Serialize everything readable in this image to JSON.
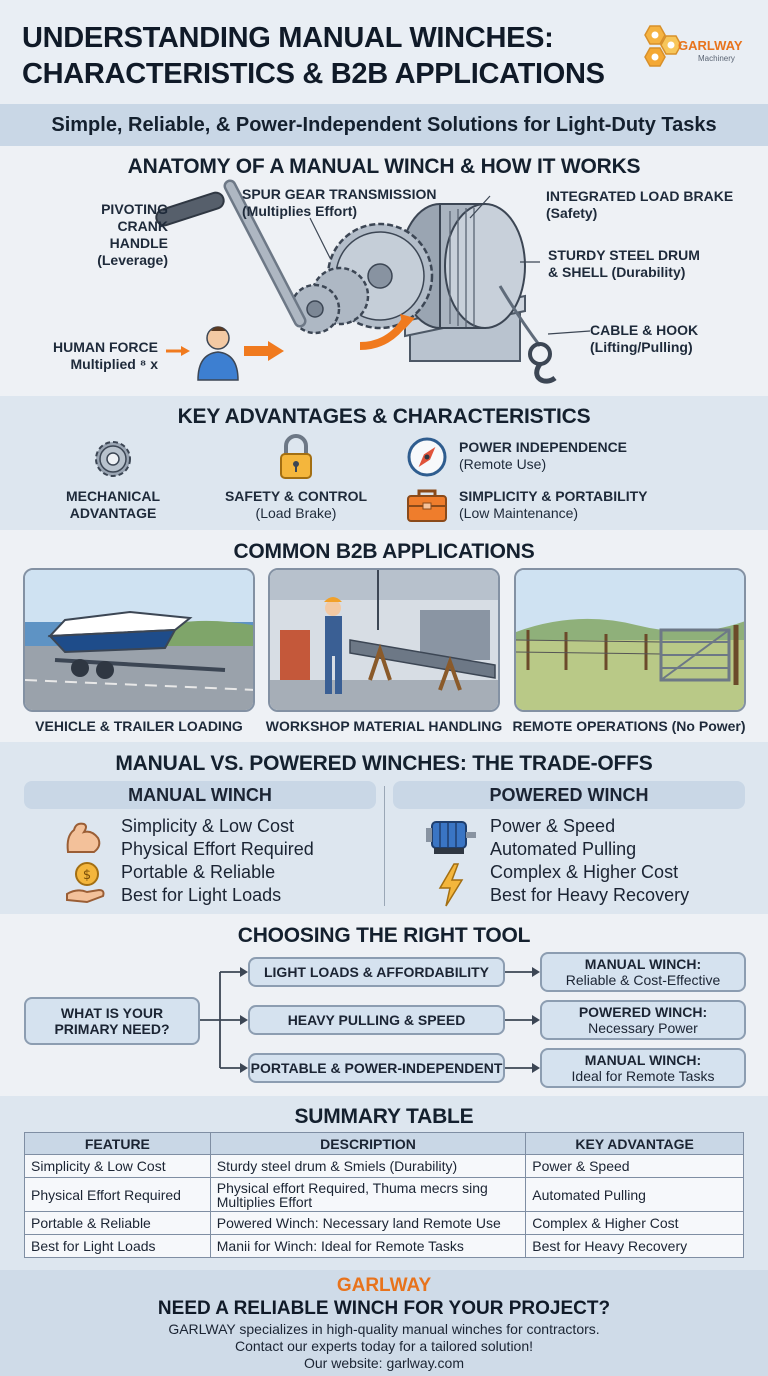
{
  "header": {
    "title_line1": "UNDERSTANDING MANUAL WINCHES:",
    "title_line2": "CHARACTERISTICS & B2B APPLICATIONS",
    "logo_name": "GARLWAY",
    "logo_sub": "Machinery",
    "subtitle": "Simple, Reliable, & Power-Independent Solutions for Light-Duty Tasks"
  },
  "anatomy": {
    "title": "ANATOMY OF A MANUAL WINCH & HOW IT WORKS",
    "labels": [
      {
        "bold": "PIVOTING",
        "bold2": "CRANK HANDLE",
        "normal": "(Leverage)"
      },
      {
        "bold": "SPUR GEAR TRANSMISSION",
        "normal": "(Multiplies Effort)"
      },
      {
        "bold": "INTEGRATED LOAD BRAKE",
        "normal": "(Safety)"
      },
      {
        "bold": "STURDY STEEL DRUM",
        "bold2": "& SHELL (Durability)"
      },
      {
        "bold": "CABLE & HOOK",
        "bold2": "(Lifting/Pulling)"
      },
      {
        "bold": "HUMAN FORCE",
        "bold2": "Multiplied ⁸ x"
      }
    ]
  },
  "advantages": {
    "title": "KEY ADVANTAGES & CHARACTERISTICS",
    "items": [
      {
        "bold": "MECHANICAL",
        "bold2": "ADVANTAGE",
        "icon": "gear-icon"
      },
      {
        "bold": "SAFETY & CONTROL",
        "normal": "(Load Brake)",
        "icon": "padlock-icon"
      },
      {
        "bold": "POWER INDEPENDENCE",
        "normal": "(Remote Use)",
        "icon": "compass-icon"
      },
      {
        "bold": "SIMPLICITY & PORTABILITY",
        "normal": "(Low Maintenance)",
        "icon": "toolbox-icon"
      }
    ]
  },
  "applications": {
    "title": "COMMON B2B APPLICATIONS",
    "items": [
      "VEHICLE & TRAILER LOADING",
      "WORKSHOP MATERIAL HANDLING",
      "REMOTE OPERATIONS (No Power)"
    ]
  },
  "comparison": {
    "title": "MANUAL VS. POWERED WINCHES: THE TRADE-OFFS",
    "manual": {
      "heading": "MANUAL WINCH",
      "items": [
        "Simplicity & Low Cost",
        "Physical Effort Required",
        "Portable & Reliable",
        "Best for Light Loads"
      ]
    },
    "powered": {
      "heading": "POWERED WINCH",
      "items": [
        "Power & Speed",
        "Automated Pulling",
        "Complex & Higher Cost",
        "Best for Heavy Recovery"
      ]
    }
  },
  "choosing": {
    "title": "CHOOSING THE RIGHT TOOL",
    "question": "WHAT IS YOUR PRIMARY NEED?",
    "needs": [
      "LIGHT LOADS & AFFORDABILITY",
      "HEAVY PULLING & SPEED",
      "PORTABLE & POWER-INDEPENDENT"
    ],
    "results": [
      {
        "l1": "MANUAL WINCH:",
        "l2": "Reliable & Cost-Effective"
      },
      {
        "l1": "POWERED WINCH:",
        "l2": "Necessary Power"
      },
      {
        "l1": "MANUAL WINCH:",
        "l2": "Ideal for Remote Tasks"
      }
    ]
  },
  "summary": {
    "title": "SUMMARY TABLE",
    "headers": [
      "FEATURE",
      "DESCRIPTION",
      "KEY ADVANTAGE"
    ],
    "rows": [
      [
        "Simplicity & Low Cost",
        "Sturdy steel drum & Smiels (Durability)",
        "Power & Speed"
      ],
      [
        "Physical Effort Required",
        "Physical effort Required, Thuma mecrs sing Multiplies Effort",
        "Automated Pulling"
      ],
      [
        "Portable & Reliable",
        "Powered Winch: Necessary land Remote Use",
        "Complex & Higher Cost"
      ],
      [
        "Best  for Light Loads",
        "Manii for Winch: Ideal for Remote Tasks",
        "Best for Heavy Recovery"
      ]
    ]
  },
  "footer": {
    "brand": "GARLWAY",
    "headline": "NEED A RELIABLE WINCH FOR YOUR PROJECT?",
    "line1": "GARLWAY specializes in high-quality manual winches for contractors.",
    "line2": "Contact our experts today for a tailored solution!",
    "line3": "Our website: garlway.com"
  },
  "colors": {
    "accent": "#f07a1e",
    "brand": "#e8731c",
    "band": "#c9d7e6"
  }
}
